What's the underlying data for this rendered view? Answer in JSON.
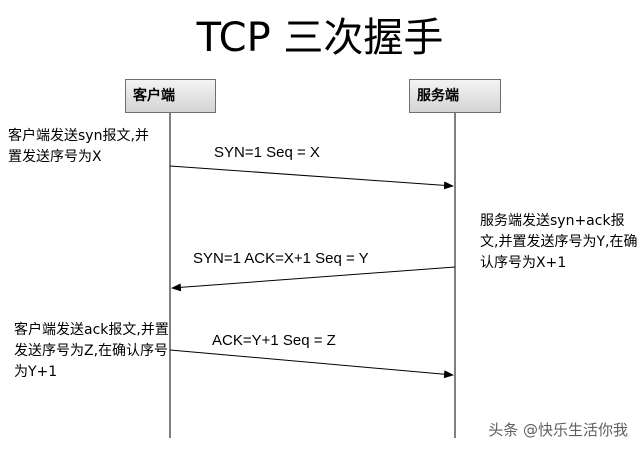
{
  "title": "TCP 三次握手",
  "participants": {
    "client": "客户端",
    "server": "服务端"
  },
  "messages": [
    {
      "label": "SYN=1  Seq = X",
      "direction": "client-to-server"
    },
    {
      "label": "SYN=1  ACK=X+1 Seq = Y",
      "direction": "server-to-client"
    },
    {
      "label": "ACK=Y+1 Seq = Z",
      "direction": "client-to-server"
    }
  ],
  "notes": {
    "client_step1": "客户端发送syn报文,并置发送序号为X",
    "server_step2": "服务端发送syn+ack报文,并置发送序号为Y,在确认序号为X+1",
    "client_step3": "客户端发送ack报文,并置发送序号为Z,在确认序号为Y+1"
  },
  "watermark": "头条 @快乐生活你我",
  "colors": {
    "line": "#000000",
    "box_border": "#6f6f6f",
    "box_fill_top": "#f4f4f4",
    "box_fill_bottom": "#d4d4d4"
  }
}
